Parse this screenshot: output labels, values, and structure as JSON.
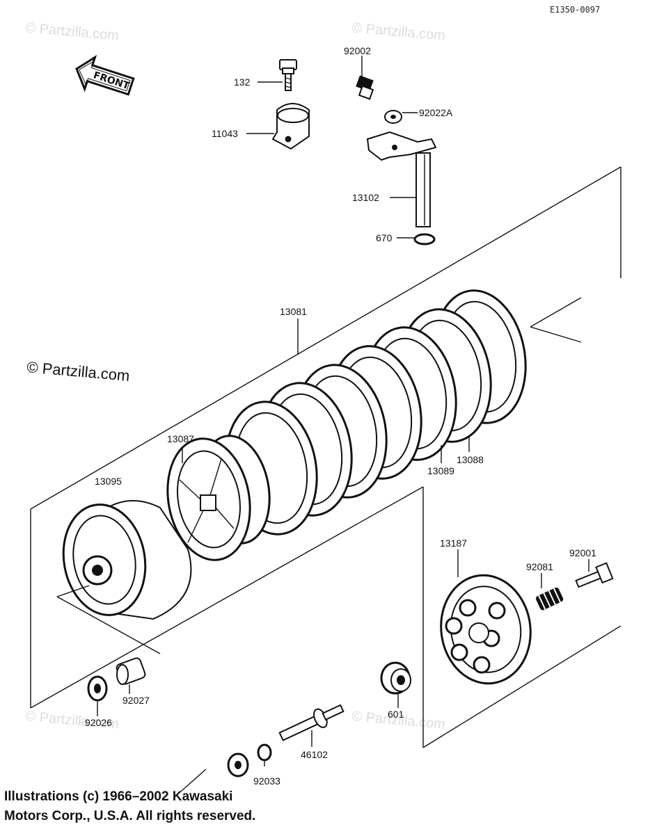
{
  "diagram_code": "E1350-0097",
  "front_label": "FRONT",
  "watermark": {
    "text": "© Partzilla.com",
    "light_text": "Partzilla.com"
  },
  "copyright": {
    "line1": "Illustrations (c) 1966–2002 Kawasaki",
    "line2": "Motors Corp., U.S.A.  All rights reserved."
  },
  "parts": [
    {
      "id": "132"
    },
    {
      "id": "11043"
    },
    {
      "id": "92002"
    },
    {
      "id": "92022A"
    },
    {
      "id": "13102"
    },
    {
      "id": "670"
    },
    {
      "id": "13081"
    },
    {
      "id": "13087"
    },
    {
      "id": "13095"
    },
    {
      "id": "13088"
    },
    {
      "id": "13089"
    },
    {
      "id": "13187"
    },
    {
      "id": "92081"
    },
    {
      "id": "92001"
    },
    {
      "id": "92027"
    },
    {
      "id": "92026"
    },
    {
      "id": "601"
    },
    {
      "id": "46102"
    },
    {
      "id": "92033"
    }
  ]
}
